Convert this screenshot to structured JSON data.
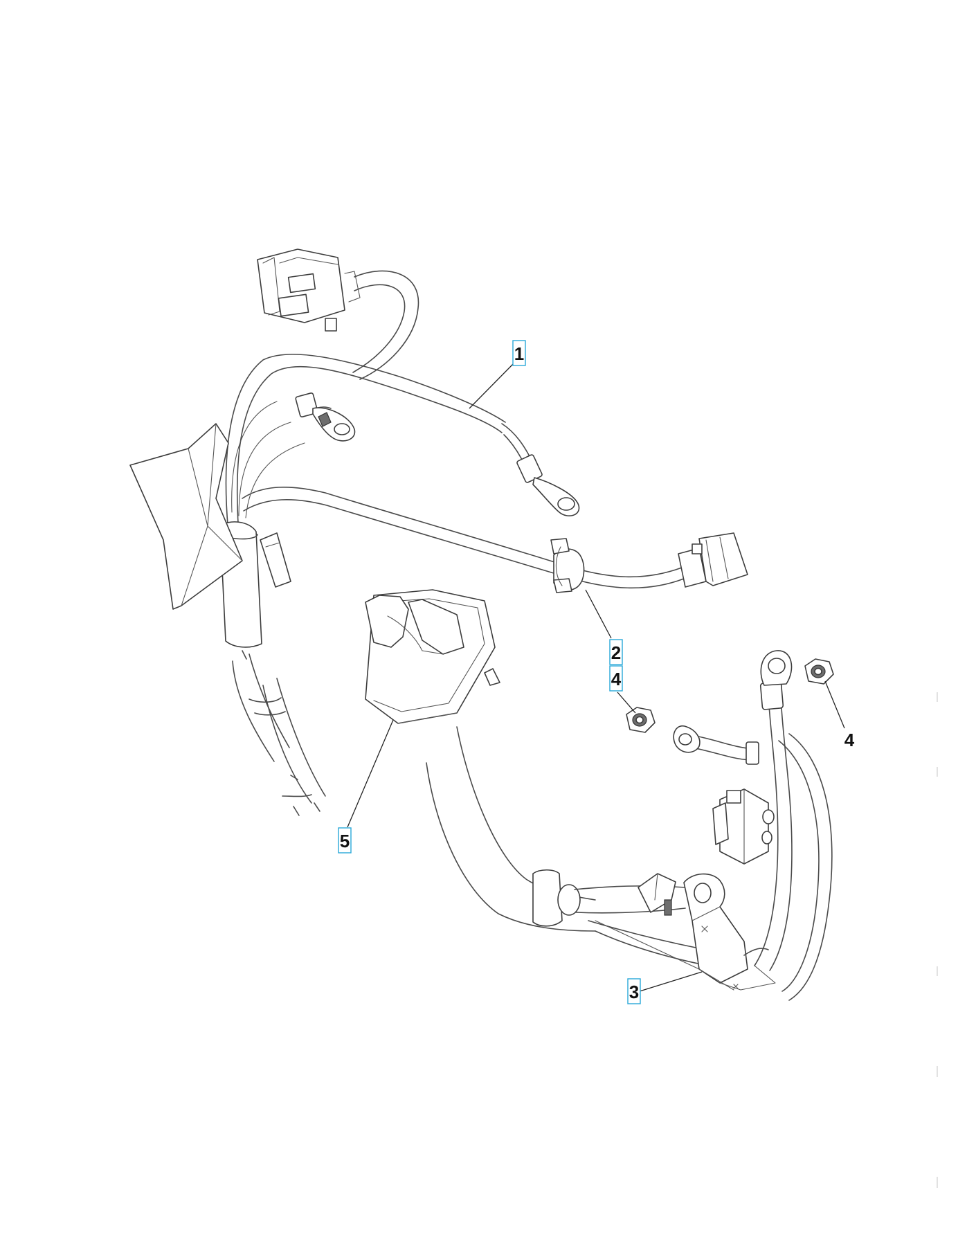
{
  "callouts": [
    {
      "id": "c1",
      "label": "1",
      "boxed": true
    },
    {
      "id": "c2",
      "label": "2",
      "boxed": true
    },
    {
      "id": "c3",
      "label": "3",
      "boxed": true
    },
    {
      "id": "c4a",
      "label": "4",
      "boxed": true
    },
    {
      "id": "c4b",
      "label": "4",
      "boxed": false
    },
    {
      "id": "c5",
      "label": "5",
      "boxed": true
    }
  ]
}
